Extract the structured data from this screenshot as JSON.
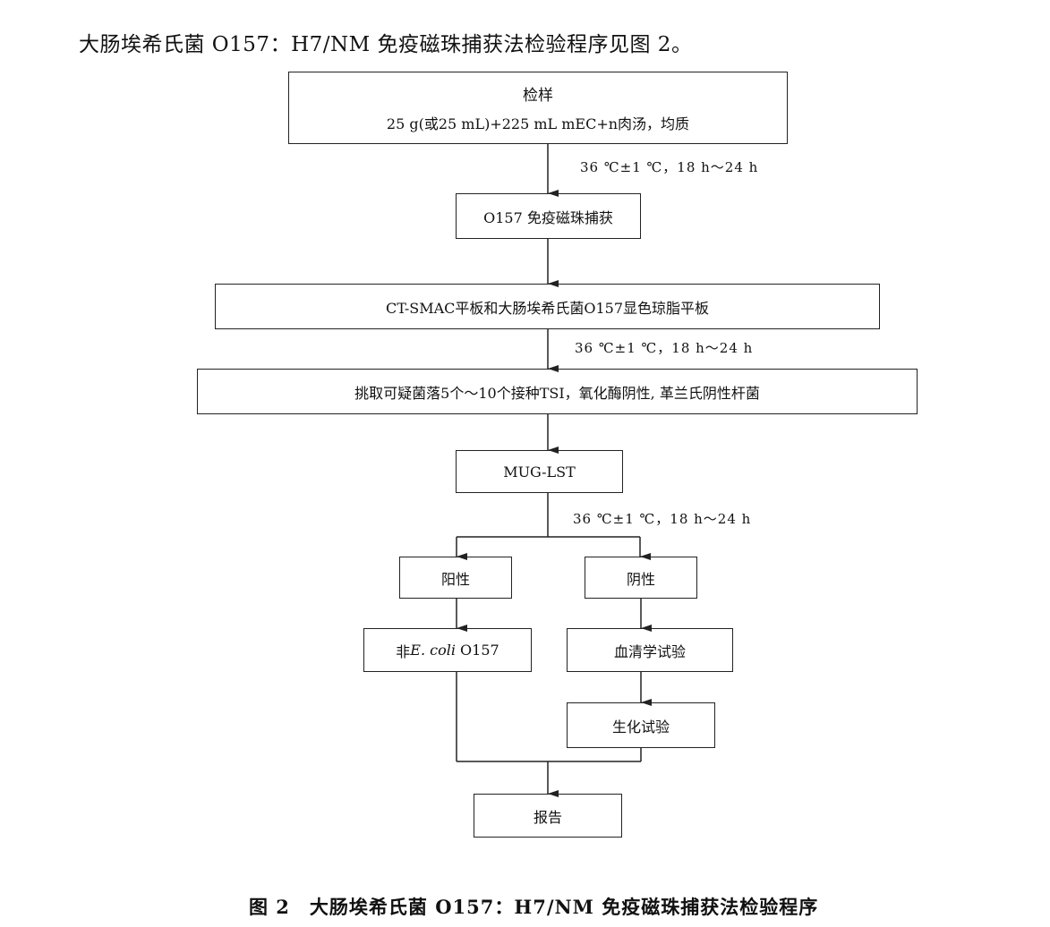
{
  "intro": "大肠埃希氏菌 O157：H7/NM 免疫磁珠捕获法检验程序见图 2。",
  "boxes": {
    "sample_title": "检样",
    "sample_detail": "25 g(或25 mL)+225 mL mEC+n肉汤，均质",
    "capture": "O157 免疫磁珠捕获",
    "plate": "CT-SMAC平板和大肠埃希氏菌O157显色琼脂平板",
    "pick": "挑取可疑菌落5个～10个接种TSI，氧化酶阴性, 革兰氏阴性杆菌",
    "mug": "MUG-LST",
    "positive": "阳性",
    "negative": "阴性",
    "non_ecoli_prefix": "非",
    "non_ecoli_italic": "E. coli",
    "non_ecoli_suffix": " O157",
    "serology": "血清学试验",
    "biochem": "生化试验",
    "report": "报告"
  },
  "labels": {
    "incubation_1": "36 ℃±1 ℃，18 h～24 h",
    "incubation_2": "36 ℃±1 ℃，18 h～24 h",
    "incubation_3": "36 ℃±1 ℃，18 h～24 h"
  },
  "caption": "图 2　大肠埃希氏菌 O157：H7/NM 免疫磁珠捕获法检验程序"
}
